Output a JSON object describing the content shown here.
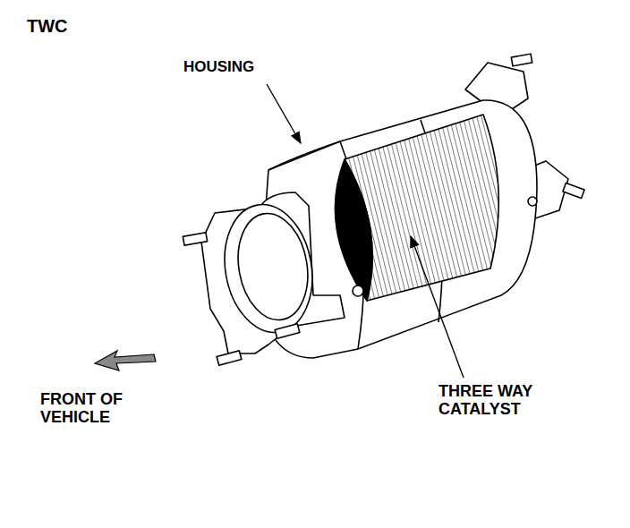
{
  "diagram": {
    "title": "TWC",
    "labels": [
      "HOUSING",
      "THREE WAY CATALYST",
      "FRONT OF VEHICLE"
    ]
  }
}
